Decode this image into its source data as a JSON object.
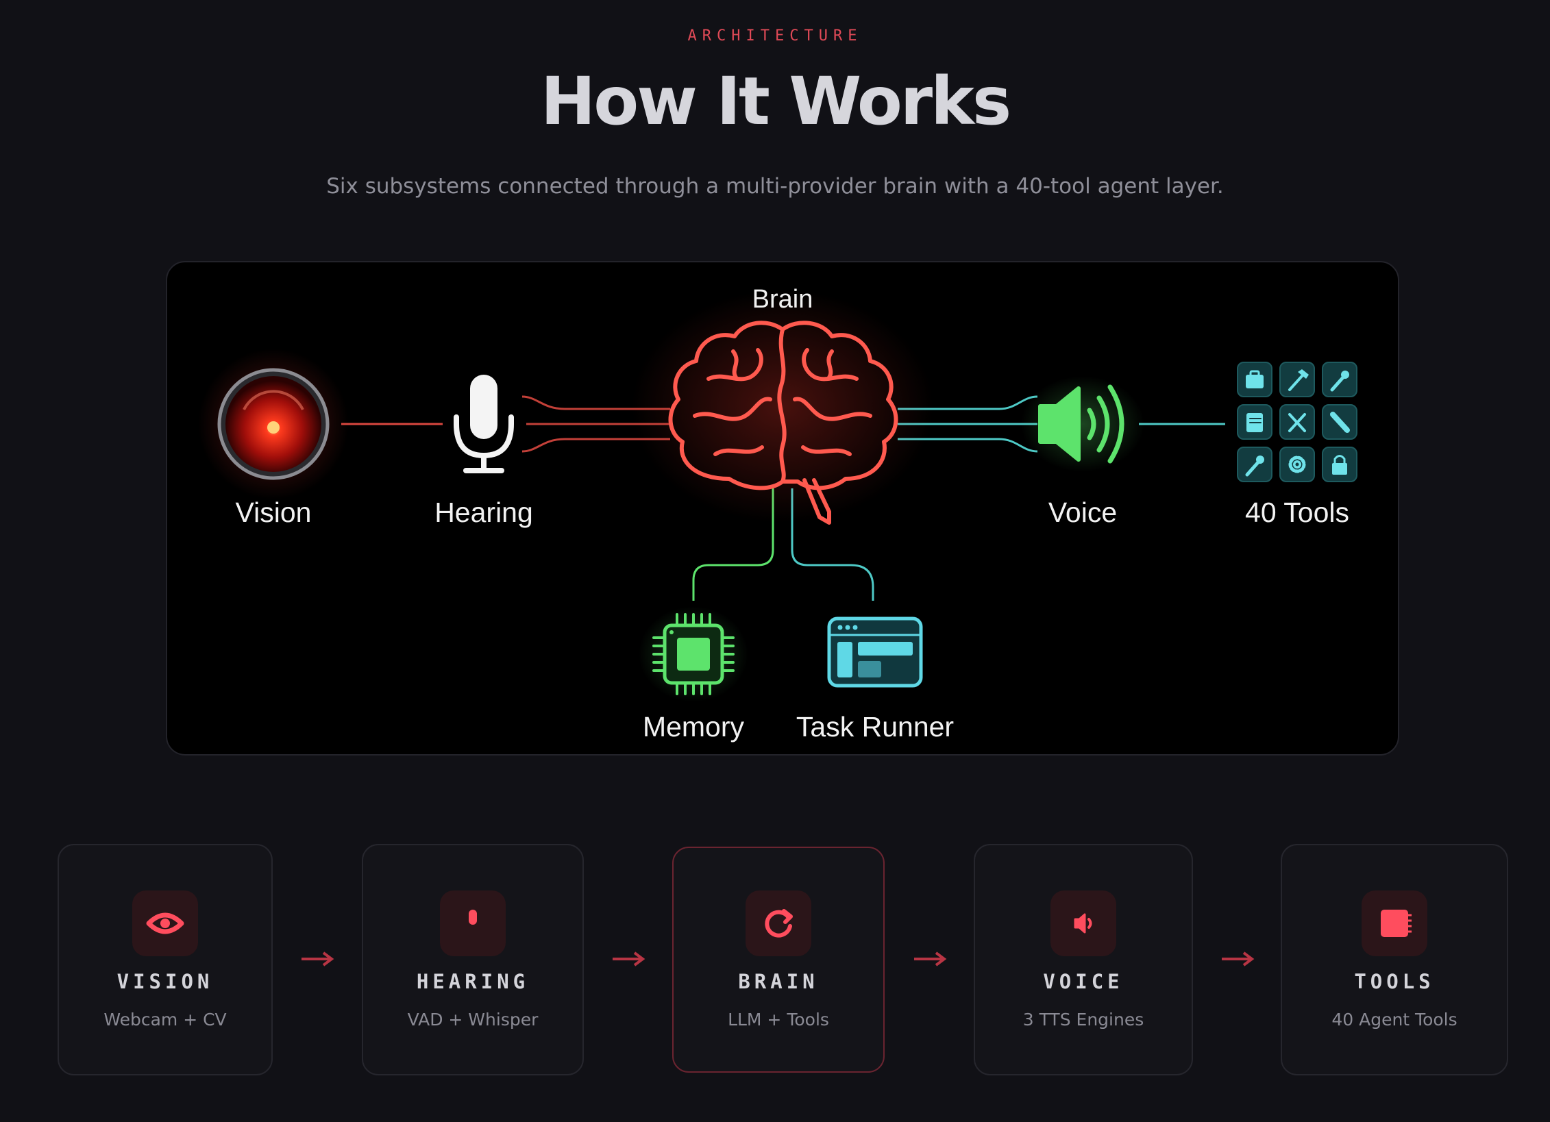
{
  "header": {
    "eyebrow": "ARCHITECTURE",
    "title": "How It Works",
    "subtitle": "Six subsystems connected through a multi-provider brain with a 40-tool agent layer."
  },
  "diagram": {
    "brain": "Brain",
    "vision": "Vision",
    "hearing": "Hearing",
    "voice": "Voice",
    "tools": "40 Tools",
    "memory": "Memory",
    "task_runner": "Task Runner",
    "colors": {
      "vision": "#ff3b2f",
      "brain": "#ff5a4f",
      "voice": "#5de36c",
      "tools": "#3fd0d8",
      "memory": "#5de36c",
      "task_runner": "#5fd8e6"
    },
    "tool_icons": [
      "briefcase-icon",
      "hammer-icon",
      "wrench-icon",
      "book-icon",
      "scissors-icon",
      "pencil-icon",
      "wrench-icon",
      "gear-icon",
      "lock-icon"
    ]
  },
  "pipeline": {
    "steps": [
      {
        "name": "VISION",
        "desc": "Webcam + CV",
        "icon": "eye-icon"
      },
      {
        "name": "HEARING",
        "desc": "VAD + Whisper",
        "icon": "mic-icon"
      },
      {
        "name": "BRAIN",
        "desc": "LLM + Tools",
        "icon": "refresh-icon"
      },
      {
        "name": "VOICE",
        "desc": "3 TTS Engines",
        "icon": "speaker-icon"
      },
      {
        "name": "TOOLS",
        "desc": "40 Agent Tools",
        "icon": "tools-icon"
      }
    ],
    "accent": "#e04a57"
  }
}
